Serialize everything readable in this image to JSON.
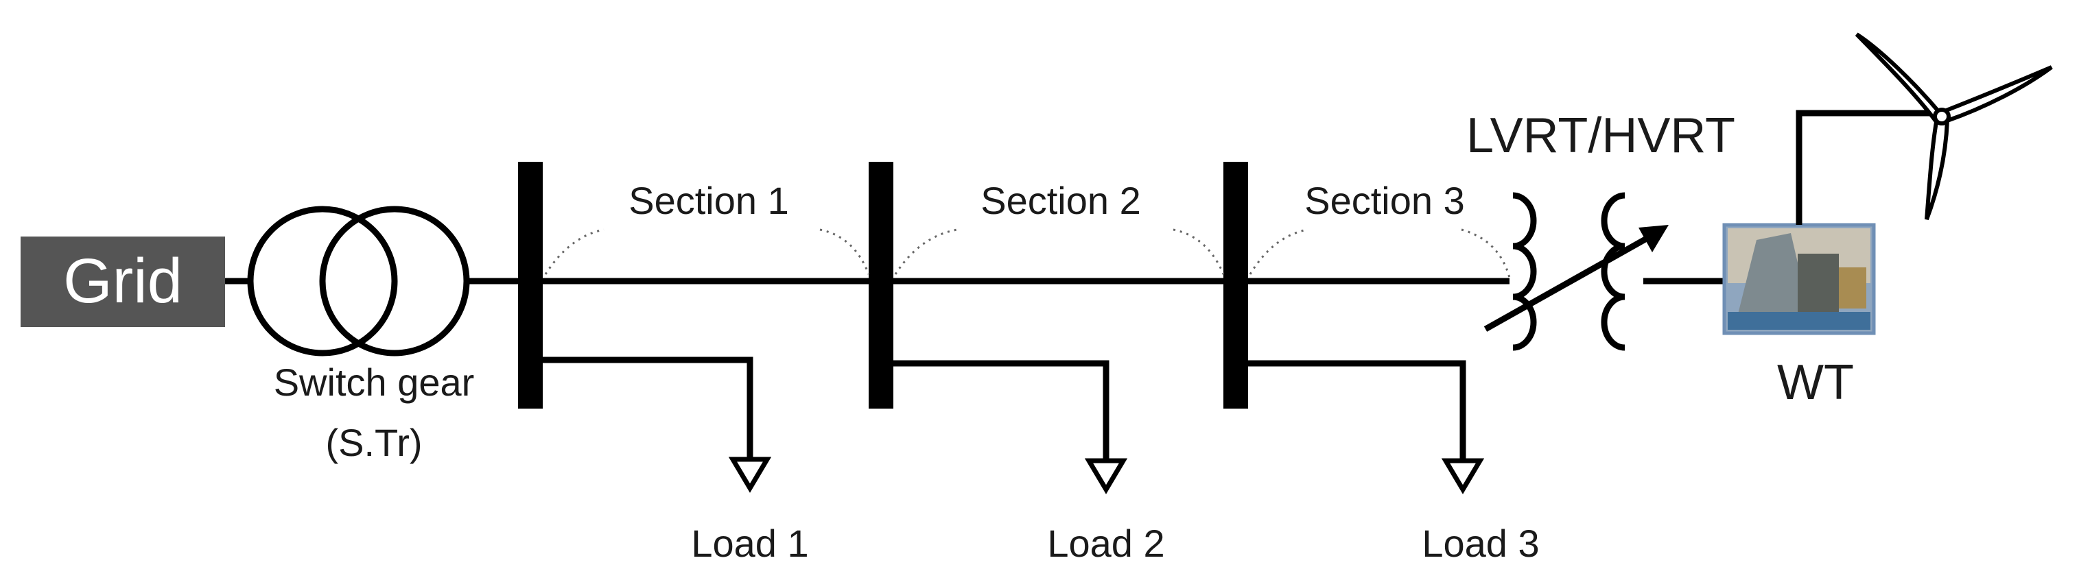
{
  "grid": {
    "label": "Grid",
    "box_color": "#555555"
  },
  "transformer": {
    "label_line1": "Switch gear",
    "label_line2": "(S.Tr)"
  },
  "sections": [
    {
      "label": "Section 1"
    },
    {
      "label": "Section 2"
    },
    {
      "label": "Section 3"
    }
  ],
  "loads": [
    {
      "label": "Load 1"
    },
    {
      "label": "Load 2"
    },
    {
      "label": "Load 3"
    }
  ],
  "test_device": {
    "label": "LVRT/HVRT"
  },
  "wind_turbine": {
    "label": "WT",
    "photo_frame_color": "#6f8fb5"
  },
  "line_color": "#000000"
}
